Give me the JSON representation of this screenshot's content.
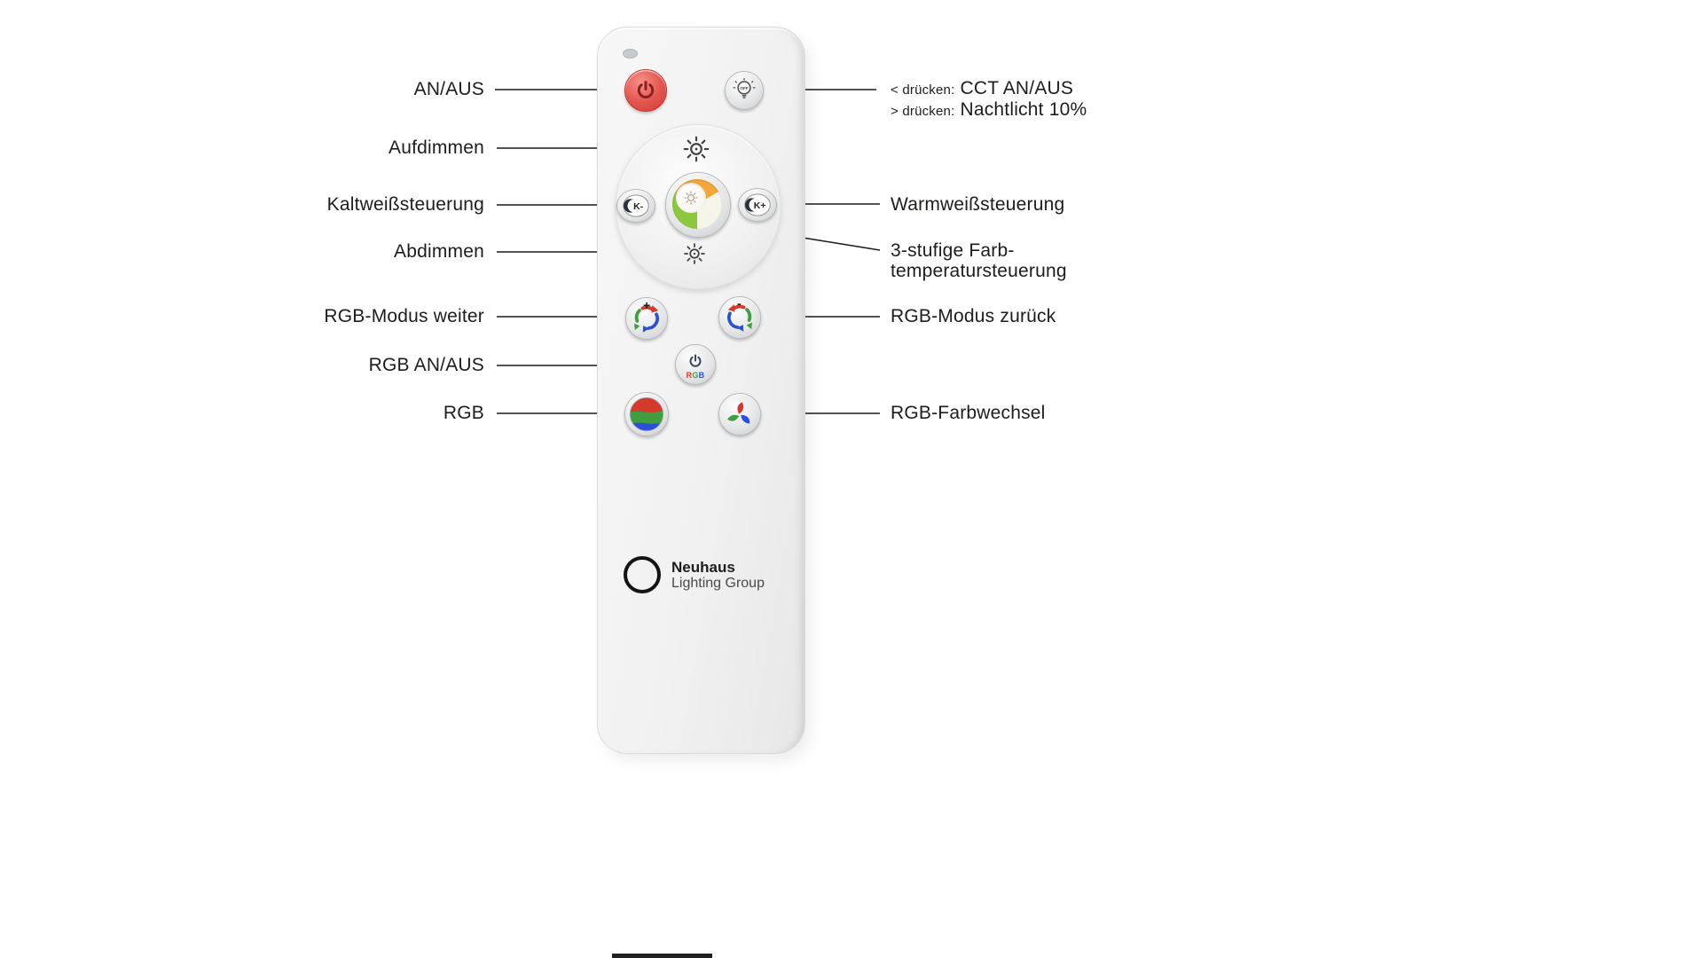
{
  "annotations": {
    "left": [
      {
        "id": "an-aus",
        "text": "AN/AUS"
      },
      {
        "id": "aufdimmen",
        "text": "Aufdimmen"
      },
      {
        "id": "kaltweiss",
        "text": "Kaltweißsteuerung"
      },
      {
        "id": "abdimmen",
        "text": "Abdimmen"
      },
      {
        "id": "rgb-modus-weiter",
        "text": "RGB-Modus weiter"
      },
      {
        "id": "rgb-an-aus",
        "text": "RGB AN/AUS"
      },
      {
        "id": "rgb",
        "text": "RGB"
      }
    ],
    "right": {
      "cct": {
        "line1_prefix": "< drücken:",
        "line1_text": "CCT AN/AUS",
        "line2_prefix": "> drücken:",
        "line2_text": "Nachtlicht 10%"
      },
      "warmweiss": "Warmweißsteuerung",
      "farbtemp_line1": "3-stufige Farb-",
      "farbtemp_line2": "temperatursteuerung",
      "rgb_modus_zurueck": "RGB-Modus zurück",
      "rgb_farbwechsel": "RGB-Farbwechsel"
    }
  },
  "remote": {
    "cct_button_text": "OFF",
    "k_minus_text": "K-",
    "k_plus_text": "K+",
    "rgb_power_letters": {
      "r": "R",
      "g": "G",
      "b": "B"
    },
    "rgb_next_sign": "+",
    "rgb_prev_sign": "-",
    "brand_name": "Neuhaus",
    "brand_subtitle": "Lighting Group"
  },
  "colors": {
    "background": "#ffffff",
    "label_text": "#1d1d1b",
    "callout_line": "#1a1a1a",
    "power_red": "#e2544d",
    "rgb_red": "#d43a2b",
    "rgb_green": "#3f9e3f",
    "rgb_blue": "#2c4fd8",
    "ring_orange": "#f2a73b",
    "ring_green": "#8dc63f"
  }
}
